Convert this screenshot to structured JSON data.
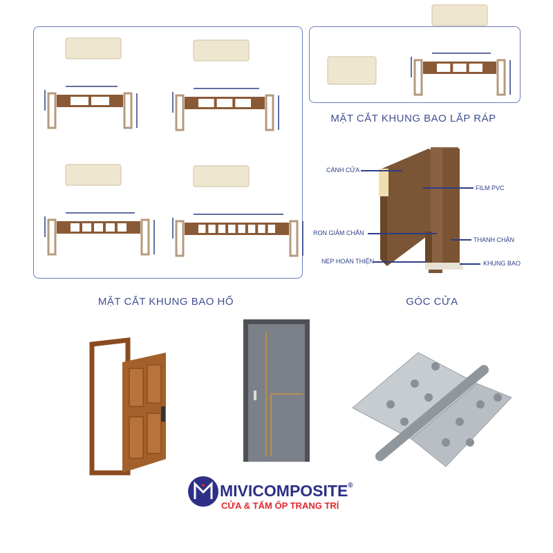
{
  "sections": {
    "frame_recessed_caption": "MẶT CẮT KHUNG BAO HỐ",
    "frame_assembled_caption": "MẶT CẮT KHUNG BAO LẮP RÁP",
    "door_corner_caption": "GÓC CỬA"
  },
  "door_corner_labels": {
    "door_leaf": "CÁNH CỬA",
    "film": "FILM PVC",
    "seal": "RON GIẢM CHẤN",
    "threshold": "THANH CHẶN",
    "trim": "NẸP HOÀN THIỆN",
    "frame": "KHUNG BAO"
  },
  "brand": {
    "name": "MIVICOMPOSITE",
    "registered": "®",
    "tagline": "CỬA & TẤM ỐP TRANG TRÍ"
  },
  "colors": {
    "border": "#6a7bb8",
    "profile": "#8a5a36",
    "label": "#2c3d86",
    "brand_blue": "#2e2f86",
    "brand_red": "#e0282e"
  }
}
